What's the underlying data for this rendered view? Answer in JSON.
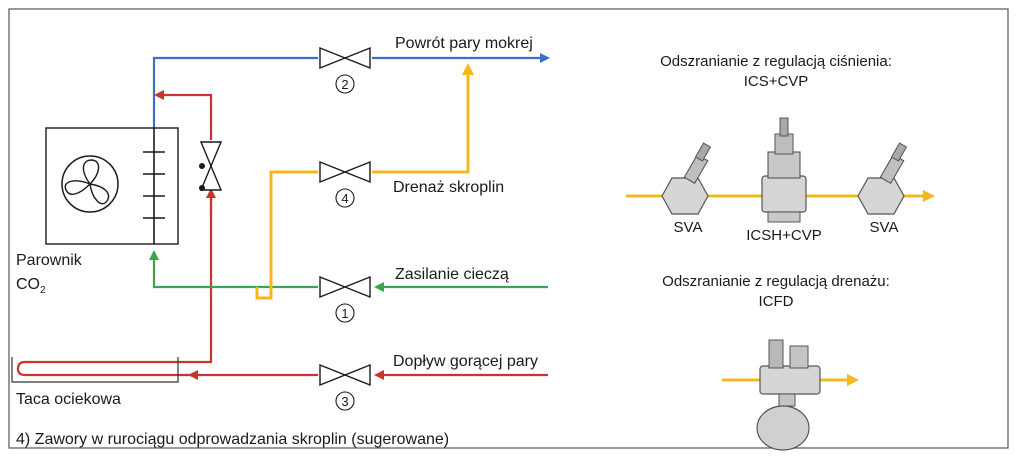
{
  "evaporator": {
    "label_line1": "Parownik",
    "label_line2": "CO",
    "label_subscript": "2"
  },
  "drip_tray": {
    "label": "Taca ociekowa"
  },
  "lines": {
    "wet_vapor_return": "Powrót pary mokrej",
    "condensate_drain": "Drenaż skroplin",
    "liquid_supply": "Zasilanie cieczą",
    "hot_gas_supply": "Dopływ gorącej pary"
  },
  "valves": [
    "2",
    "4",
    "1",
    "3"
  ],
  "footnote": "4) Zawory w rurociągu odprowadzania skroplin (sugerowane)",
  "pressure_control": {
    "title_line1": "Odszranianie z regulacją ciśnienia:",
    "title_line2": "ICS+CVP",
    "components": [
      "SVA",
      "ICSH+CVP",
      "SVA"
    ]
  },
  "drain_control": {
    "title_line1": "Odszranianie z regulacją drenażu:",
    "title_line2": "ICFD"
  },
  "colors": {
    "blue": "#3a6fc4",
    "red": "#c8362b",
    "yellow": "#f5b81c",
    "green": "#3aa64a",
    "frame": "#555555",
    "valve_fill": "#ffffff",
    "metal": "#9a9a9a"
  }
}
